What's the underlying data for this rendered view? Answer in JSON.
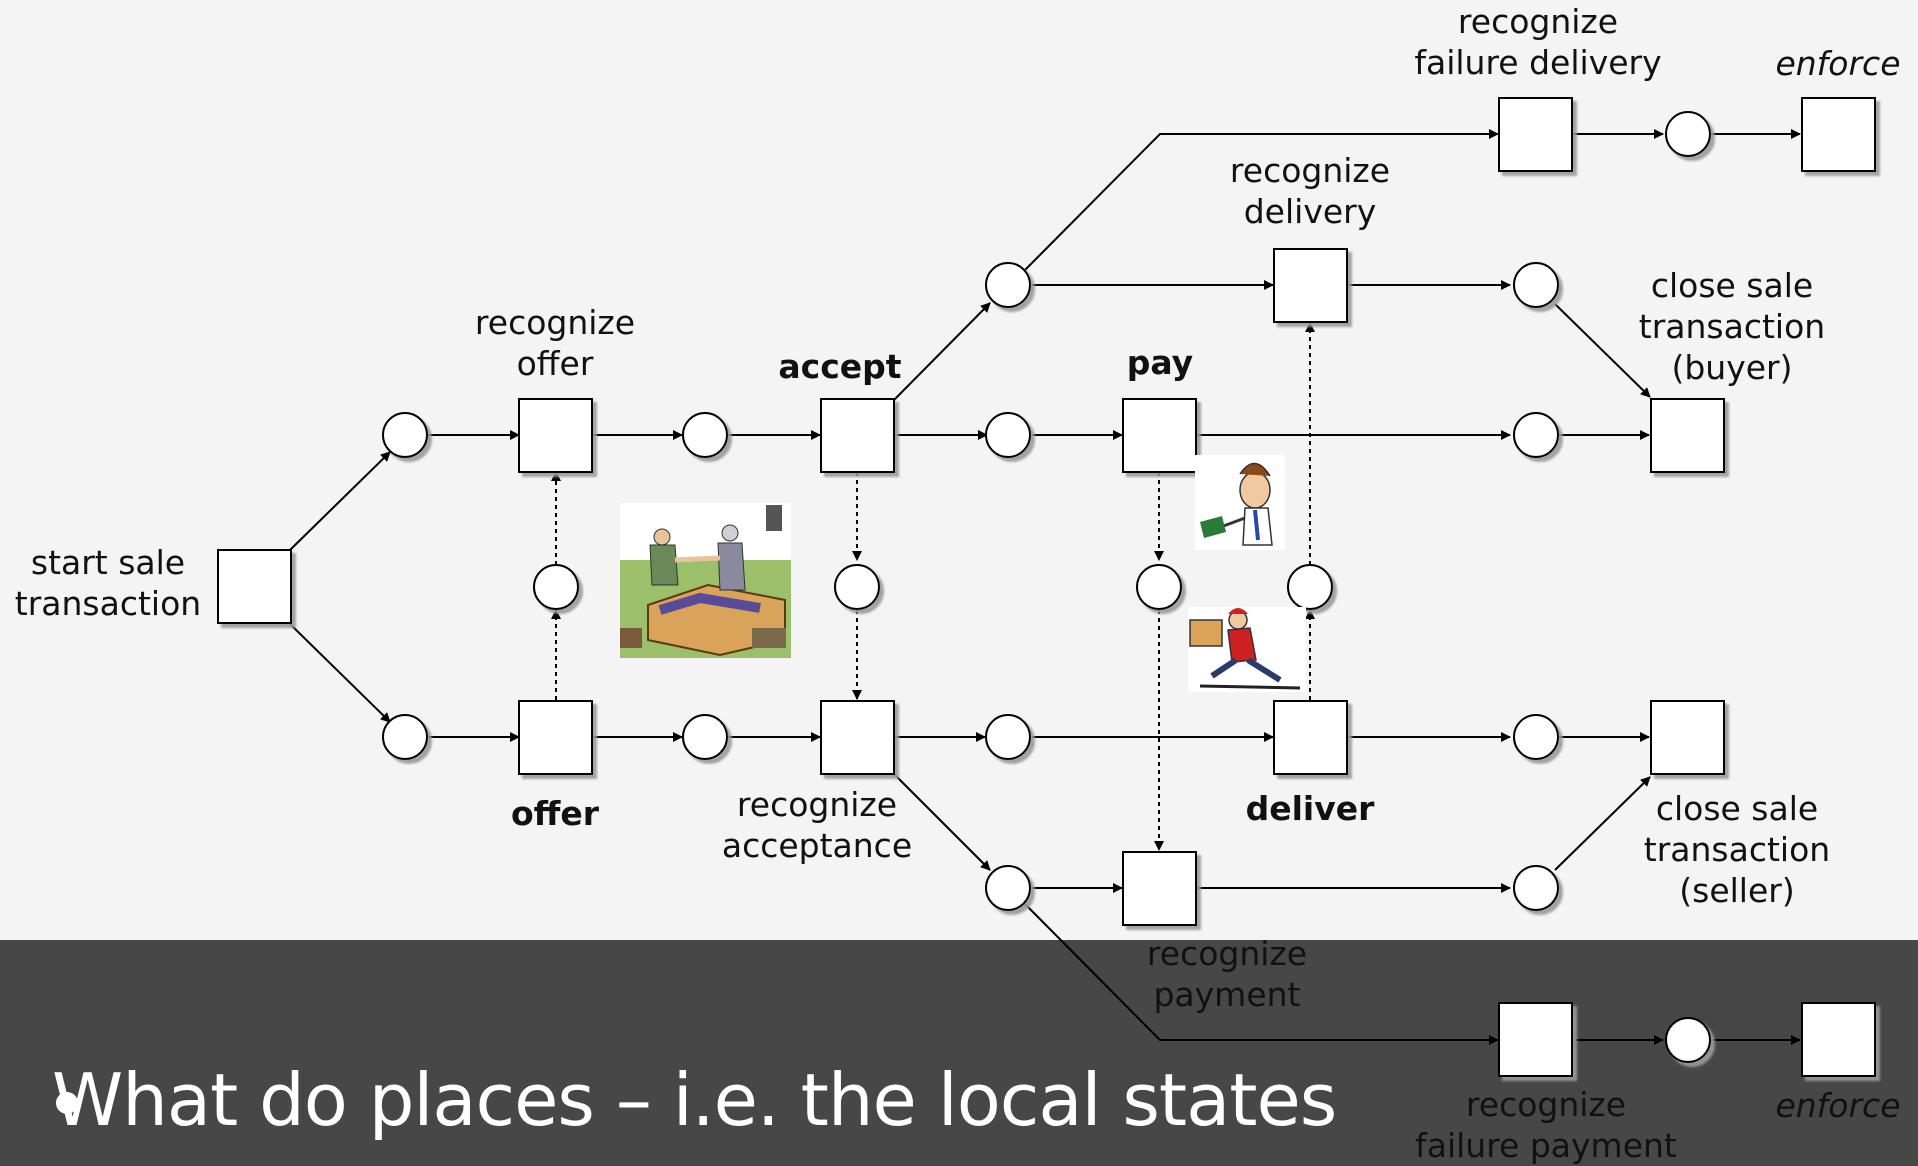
{
  "slide": {
    "bullet": "What do places – i.e. the local states"
  },
  "diagram": {
    "labels": {
      "start_sale": [
        "start sale",
        "transaction"
      ],
      "recognize_offer": [
        "recognize",
        "offer"
      ],
      "offer": [
        "offer"
      ],
      "accept": [
        "accept"
      ],
      "recognize_acceptance": [
        "recognize",
        "acceptance"
      ],
      "pay": [
        "pay"
      ],
      "deliver": [
        "deliver"
      ],
      "recognize_delivery": [
        "recognize",
        "delivery"
      ],
      "recognize_payment": [
        "recognize",
        "payment"
      ],
      "recognize_failure_delivery": [
        "recognize",
        "failure delivery"
      ],
      "recognize_failure_payment": [
        "recognize",
        "failure payment"
      ],
      "enforce_top": [
        "enforce"
      ],
      "enforce_bottom": [
        "enforce"
      ],
      "close_buyer": [
        "close sale",
        "transaction",
        "(buyer)"
      ],
      "close_seller": [
        "close sale",
        "transaction",
        "(seller)"
      ]
    },
    "pictures": [
      "contract-signing-clipart",
      "paying-man-clipart",
      "delivery-man-clipart"
    ],
    "colors": {
      "node_fill": "#ffffff",
      "stroke": "#000000",
      "shadow": "#9a9a9a",
      "band": "#474747"
    }
  }
}
